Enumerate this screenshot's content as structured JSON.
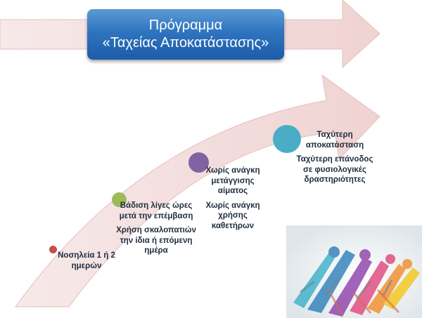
{
  "title": {
    "line1": "Πρόγραμμα",
    "line2": "«Ταχείας Αποκατάστασης»"
  },
  "steps": [
    {
      "color": "#c0504d",
      "lines": [
        "Νοσηλεία 1 ή 2 ημερών"
      ]
    },
    {
      "color": "#9bbb59",
      "lines": [
        "Βάδιση λίγες ώρες μετά την επέμβαση",
        "Χρήση σκαλοπατιών την ίδια ή επόμενη ημέρα"
      ]
    },
    {
      "color": "#8064a2",
      "lines": [
        "Χωρίς ανάγκη μετάγγισης αίματος",
        "Χωρίς ανάγκη χρήσης καθετήρων"
      ]
    },
    {
      "color": "#4bacc6",
      "lines": [
        "Ταχύτερη αποκατάσταση",
        "Ταχύτερη επάνοδος σε φυσιολογικές δραστηριότητες"
      ]
    }
  ],
  "colors": {
    "arrow_fill": "#f2dcdb",
    "arrow_stroke": "#e6bfbd",
    "title_box": "#2f74c0"
  },
  "image": {
    "icon": "running-athletes-image"
  }
}
